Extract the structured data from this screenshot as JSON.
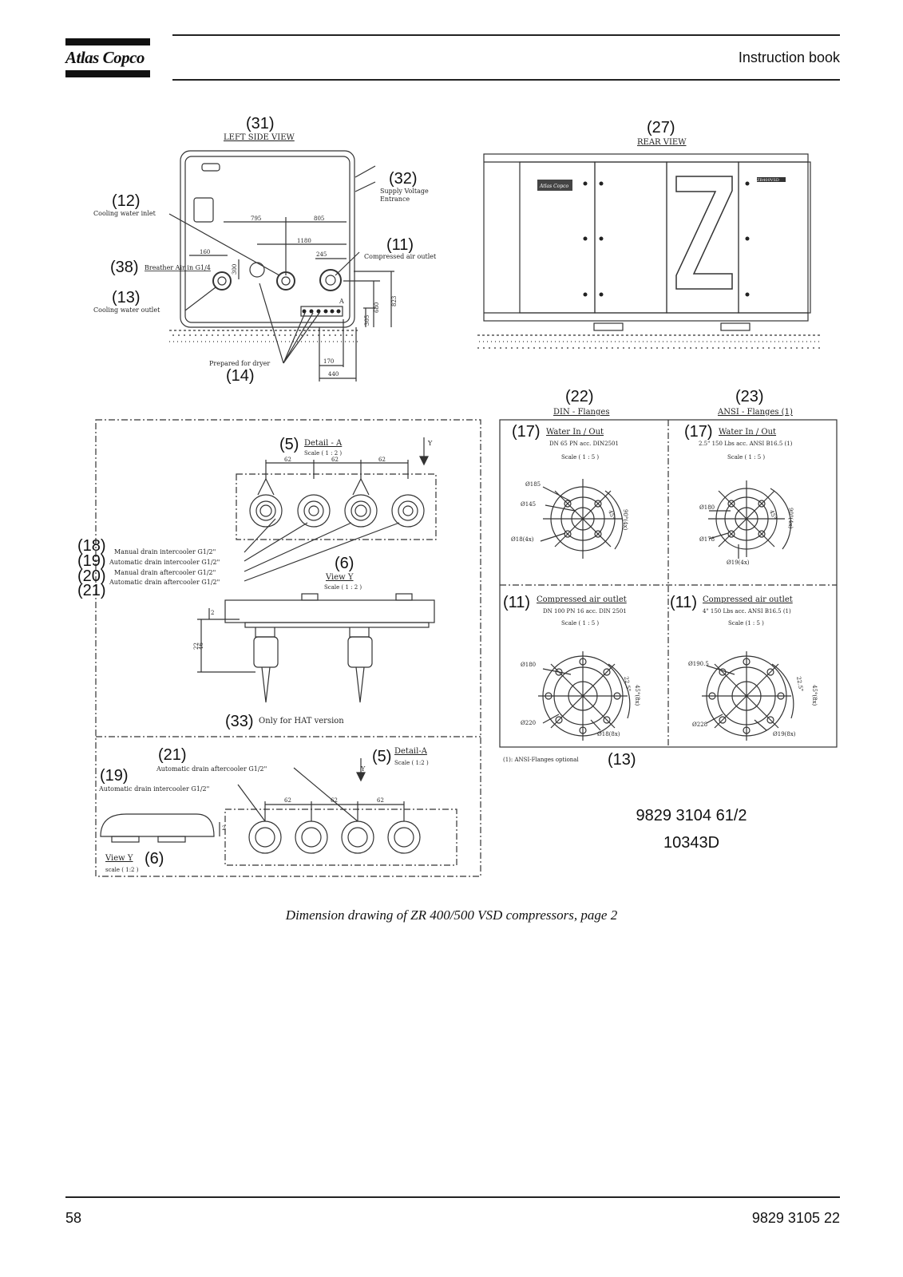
{
  "header": {
    "logo": "Atlas Copco",
    "title": "Instruction book"
  },
  "drawing": {
    "left_side": {
      "callout": "(31)",
      "title": "LEFT SIDE VIEW",
      "callouts": {
        "c32": "(32)",
        "c12": "(12)",
        "c11": "(11)",
        "c38": "(38)",
        "c13": "(13)",
        "c14": "(14)"
      },
      "labels": {
        "supply1": "Supply Voltage",
        "supply2": "Entrance",
        "cooling_in": "Cooling water inlet",
        "air_out": "Compressed air outlet",
        "breather": "Breather Air in G1/4",
        "cooling_out": "Cooling water outlet",
        "dryer": "Prepared for dryer",
        "detail_a": "A"
      },
      "dims": {
        "d795": "795",
        "d805": "805",
        "d1180": "1180",
        "d160": "160",
        "d245": "245",
        "d300": "300",
        "d680": "680",
        "d823": "823",
        "d305": "305",
        "d170": "170",
        "d440": "440"
      }
    },
    "rear": {
      "callout": "(27)",
      "title": "REAR VIEW",
      "brand": "Atlas Copco",
      "model": "ZR400VSD"
    },
    "din": {
      "callout": "(22)",
      "title": "DIN - Flanges"
    },
    "ansi": {
      "callout": "(23)",
      "title": "ANSI - Flanges (1)"
    },
    "detail_a": {
      "callout": "(5)",
      "title": "Detail - A",
      "scale": "Scale ( 1 : 2 )",
      "dim62": "62",
      "y": "Y"
    },
    "drains": {
      "c18": "(18)",
      "c19": "(19)",
      "c20": "(20)",
      "c21": "(21)",
      "l18": "Manual drain intercooler G1/2\"",
      "l19": "Automatic drain intercooler G1/2\"",
      "l20": "Manual drain aftercooler G1/2\"",
      "l21": "Automatic drain aftercooler G1/2\""
    },
    "view_y": {
      "callout": "(6)",
      "title": "View Y",
      "scale": "Scale ( 1 : 2 )",
      "d2": "2",
      "d22": "22",
      "d46": "46"
    },
    "hat": {
      "callout": "(33)",
      "text": "Only for HAT version"
    },
    "din_water": {
      "callout": "(17)",
      "title": "Water In / Out",
      "spec": "DN 65 PN acc. DIN2501",
      "scale": "Scale ( 1 : 5 )",
      "d1": "Ø185",
      "d2": "Ø145",
      "d3": "Ø18(4x)",
      "angle": "45°",
      "angle2": "90°(4x)"
    },
    "ansi_water": {
      "callout": "(17)",
      "title": "Water In / Out",
      "spec": "2.5\" 150 Lbs acc. ANSI B16.5 (1)",
      "scale": "Scale ( 1 : 5 )",
      "d1": "Ø180",
      "d2": "Ø178",
      "d3": "Ø19(4x)",
      "angle": "45°",
      "angle2": "90°(4x)"
    },
    "din_air": {
      "callout": "(11)",
      "title": "Compressed air outlet",
      "spec": "DN 100 PN 16 acc. DIN 2501",
      "scale": "Scale ( 1 : 5 )",
      "d1": "Ø180",
      "d2": "Ø220",
      "d3": "Ø18(8x)",
      "angle": "22.5°",
      "angle2": "45°(8x)"
    },
    "ansi_air": {
      "callout": "(11)",
      "title": "Compressed air outlet",
      "spec": "4\" 150 Lbs acc. ANSI B16.5 (1)",
      "scale": "Scale (1 : 5 )",
      "d1": "Ø190.5",
      "d2": "Ø228",
      "d3": "Ø19(8x)",
      "angle": "22.5°",
      "angle2": "45°(8x)"
    },
    "optional": {
      "text": "(1): ANSI-Flanges optional",
      "callout": "(13)"
    },
    "bottom": {
      "c21": "(21)",
      "l21": "Automatic drain aftercooler G1/2\"",
      "c19": "(19)",
      "l19": "Automatic drain intercooler G1/2\"",
      "c5": "(5)",
      "detail": "Detail-A",
      "scale": "Scale ( 1:2 )",
      "y": "Y",
      "d62": "62",
      "d2": "2",
      "view_y": "View Y",
      "c6": "(6)",
      "vscale": "scale ( 1:2 )"
    }
  },
  "doc_numbers": {
    "line1": "9829 3104 61/2",
    "line2": "10343D"
  },
  "caption": "Dimension drawing of ZR 400/500 VSD compressors, page 2",
  "footer": {
    "page": "58",
    "doc": "9829 3105 22"
  }
}
